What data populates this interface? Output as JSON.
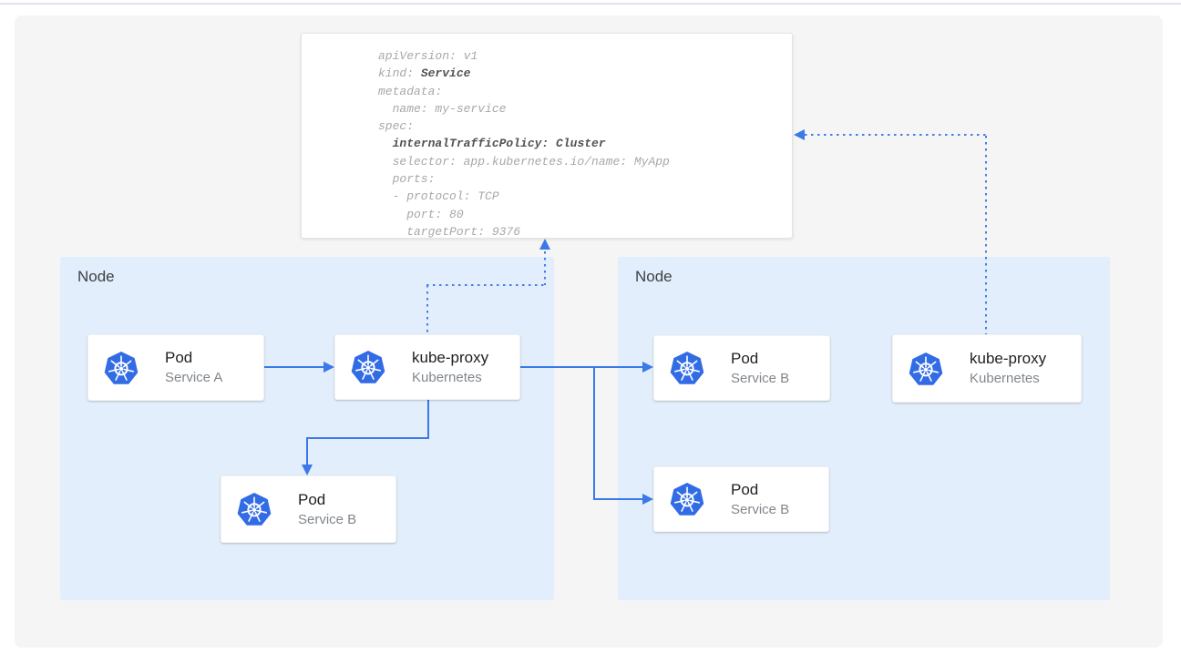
{
  "yaml_card": {
    "lines": [
      {
        "segments": [
          {
            "text": "apiVersion: v1",
            "bold": false
          }
        ]
      },
      {
        "segments": [
          {
            "text": "kind: ",
            "bold": false
          },
          {
            "text": "Service",
            "bold": true
          }
        ]
      },
      {
        "segments": [
          {
            "text": "metadata:",
            "bold": false
          }
        ]
      },
      {
        "segments": [
          {
            "text": "  name: my-service",
            "bold": false
          }
        ]
      },
      {
        "segments": [
          {
            "text": "spec:",
            "bold": false
          }
        ]
      },
      {
        "segments": [
          {
            "text": "  ",
            "bold": false
          },
          {
            "text": "internalTrafficPolicy: Cluster",
            "bold": true
          }
        ]
      },
      {
        "segments": [
          {
            "text": "  selector: app.kubernetes.io/name: MyApp",
            "bold": false
          }
        ]
      },
      {
        "segments": [
          {
            "text": "  ports:",
            "bold": false
          }
        ]
      },
      {
        "segments": [
          {
            "text": "  - protocol: TCP",
            "bold": false
          }
        ]
      },
      {
        "segments": [
          {
            "text": "    port: 80",
            "bold": false
          }
        ]
      },
      {
        "segments": [
          {
            "text": "    targetPort: 9376",
            "bold": false
          }
        ]
      }
    ]
  },
  "left_node": {
    "label": "Node",
    "pod_a": {
      "title": "Pod",
      "subtitle": "Service A"
    },
    "kube_proxy": {
      "title": "kube-proxy",
      "subtitle": "Kubernetes"
    },
    "pod_b": {
      "title": "Pod",
      "subtitle": "Service B"
    }
  },
  "right_node": {
    "label": "Node",
    "pod_b_top": {
      "title": "Pod",
      "subtitle": "Service B"
    },
    "pod_b_bottom": {
      "title": "Pod",
      "subtitle": "Service B"
    },
    "kube_proxy": {
      "title": "kube-proxy",
      "subtitle": "Kubernetes"
    }
  },
  "icons": {
    "card_icon": "kubernetes-helm-wheel-logo"
  },
  "colors": {
    "kubernetes_blue": "#326ce5",
    "edge_blue": "#3b78e8",
    "node_background": "#e2eefb",
    "panel_background": "#f5f5f6"
  }
}
